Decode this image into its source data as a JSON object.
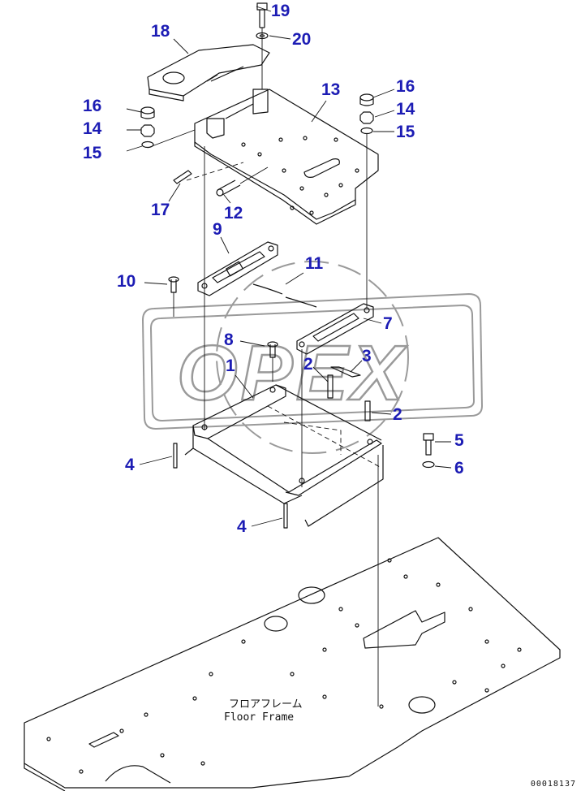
{
  "colors": {
    "callout_text": "#1c1cb4",
    "line": "#111111",
    "watermark": "#9a9a9a"
  },
  "watermark": {
    "text": "OPEX"
  },
  "callouts": [
    {
      "key": "19",
      "text": "19"
    },
    {
      "key": "20",
      "text": "20"
    },
    {
      "key": "18",
      "text": "18"
    },
    {
      "key": "16a",
      "text": "16"
    },
    {
      "key": "14a",
      "text": "14"
    },
    {
      "key": "15a",
      "text": "15"
    },
    {
      "key": "13",
      "text": "13"
    },
    {
      "key": "16b",
      "text": "16"
    },
    {
      "key": "14b",
      "text": "14"
    },
    {
      "key": "15b",
      "text": "15"
    },
    {
      "key": "17",
      "text": "17"
    },
    {
      "key": "12",
      "text": "12"
    },
    {
      "key": "9",
      "text": "9"
    },
    {
      "key": "11",
      "text": "11"
    },
    {
      "key": "10",
      "text": "10"
    },
    {
      "key": "7",
      "text": "7"
    },
    {
      "key": "8",
      "text": "8"
    },
    {
      "key": "3",
      "text": "3"
    },
    {
      "key": "2a",
      "text": "2"
    },
    {
      "key": "1",
      "text": "1"
    },
    {
      "key": "2b",
      "text": "2"
    },
    {
      "key": "5",
      "text": "5"
    },
    {
      "key": "6",
      "text": "6"
    },
    {
      "key": "4a",
      "text": "4"
    },
    {
      "key": "4b",
      "text": "4"
    }
  ],
  "floor_frame": {
    "label_jp": "フロアフレーム",
    "label_en": "Floor Frame"
  },
  "drawing_number": "00018137"
}
